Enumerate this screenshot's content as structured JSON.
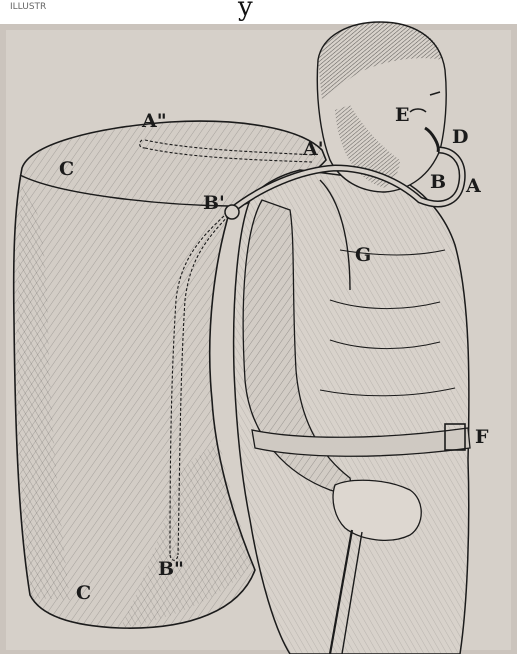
{
  "header": {
    "partial_caption": "y",
    "scan_mark": "ILLUSTR"
  },
  "labels": {
    "A_double_prime": "A\"",
    "A_prime": "A'",
    "A": "A",
    "B_prime": "B'",
    "B": "B",
    "B_double_prime": "B\"",
    "C_top": "C",
    "C_bottom": "C",
    "D": "D",
    "E": "E",
    "F": "F",
    "G": "G"
  },
  "colors": {
    "paper": "#d6d0c9",
    "ink": "#1b1b1b",
    "border": "#cbc4bd"
  }
}
